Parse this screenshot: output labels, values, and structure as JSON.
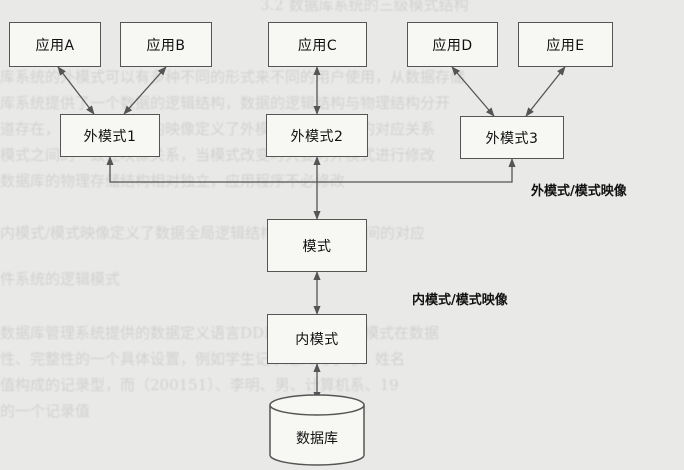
{
  "applications": [
    "应用A",
    "应用B",
    "应用C",
    "应用D",
    "应用E"
  ],
  "external_schemas": [
    "外模式1",
    "外模式2",
    "外模式3"
  ],
  "schema": "模式",
  "internal_schema": "内模式",
  "database": "数据库",
  "mapping_labels": {
    "external_schema_mapping": "外模式/模式映像",
    "internal_schema_mapping": "内模式/模式映像"
  },
  "colors": {
    "line": "#555555",
    "box_border": "#555555",
    "background": "#e9e9e7"
  }
}
